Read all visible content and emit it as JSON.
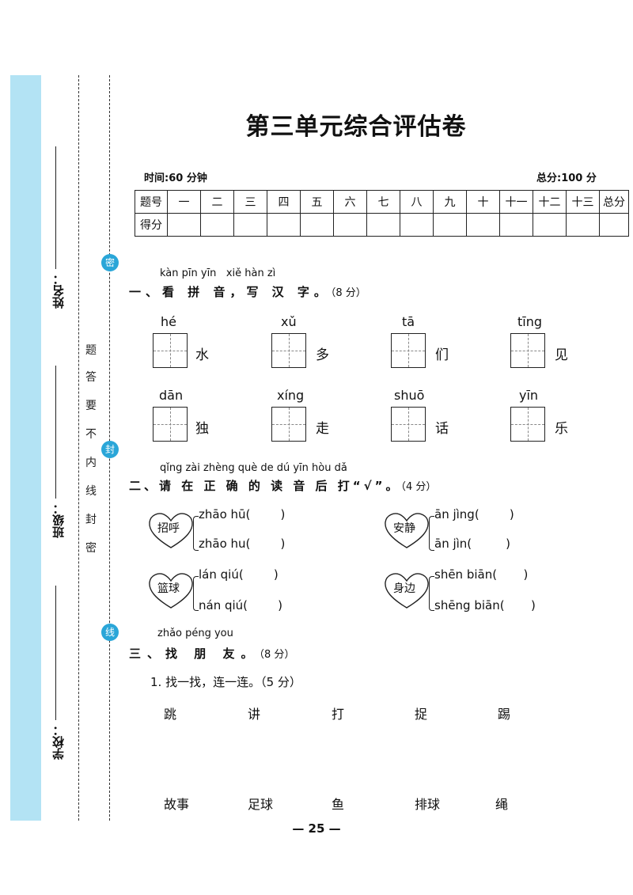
{
  "binding": {
    "name_label": "姓名：",
    "class_label": "班级：",
    "school_label": "学校：",
    "seal_chars": [
      "密",
      "封",
      "线"
    ],
    "seal_text": [
      "题",
      "答",
      "要",
      "不",
      "内",
      "线",
      "封",
      "密"
    ],
    "strip_color": "#b3e3f4",
    "seal_color": "#2aa6d8"
  },
  "title": "第三单元综合评估卷",
  "time_label": "时间:60 分钟",
  "total_label": "总分:100 分",
  "score_table": {
    "header": [
      "题号",
      "一",
      "二",
      "三",
      "四",
      "五",
      "六",
      "七",
      "八",
      "九",
      "十",
      "十一",
      "十二",
      "十三",
      "总分"
    ],
    "row_label": "得分"
  },
  "section1": {
    "pinyin": "kàn pīn yīn   xiě hàn zì",
    "title": "一、看 拼 音，写 汉 字。",
    "score": "（8 分）",
    "items": [
      {
        "py": "hé",
        "ch": "水"
      },
      {
        "py": "xǔ",
        "ch": "多"
      },
      {
        "py": "tā",
        "ch": "们"
      },
      {
        "py": "tīng",
        "ch": "见"
      },
      {
        "py": "dān",
        "ch": "独"
      },
      {
        "py": "xíng",
        "ch": "走"
      },
      {
        "py": "shuō",
        "ch": "话"
      },
      {
        "py": "yīn",
        "ch": "乐"
      }
    ]
  },
  "section2": {
    "pinyin": "qǐng zài zhèng què de dú yīn hòu dǎ",
    "title": "二、请 在  正  确 的 读 音 后 打“√”。",
    "score": "（4 分）",
    "groups": [
      {
        "word": "招呼",
        "opts": [
          "zhāo hū(        )",
          "zhāo hu(        )"
        ]
      },
      {
        "word": "安静",
        "opts": [
          "ān jìng(        )",
          "ān jìn(         )"
        ]
      },
      {
        "word": "篮球",
        "opts": [
          "lán qiú(        )",
          "nán qiú(        )"
        ]
      },
      {
        "word": "身边",
        "opts": [
          "shēn biān(       )",
          "shēng biān(       )"
        ]
      }
    ]
  },
  "section3": {
    "pinyin": "zhǎo péng you",
    "title": "三、找  朋  友。",
    "score": "（8 分）",
    "sub1": "1. 找一找，连一连。（5 分）",
    "verbs": [
      "跳",
      "讲",
      "打",
      "捉",
      "踢"
    ],
    "nouns": [
      "故事",
      "足球",
      "鱼",
      "排球",
      "绳"
    ]
  },
  "page_number": "— 25 —"
}
